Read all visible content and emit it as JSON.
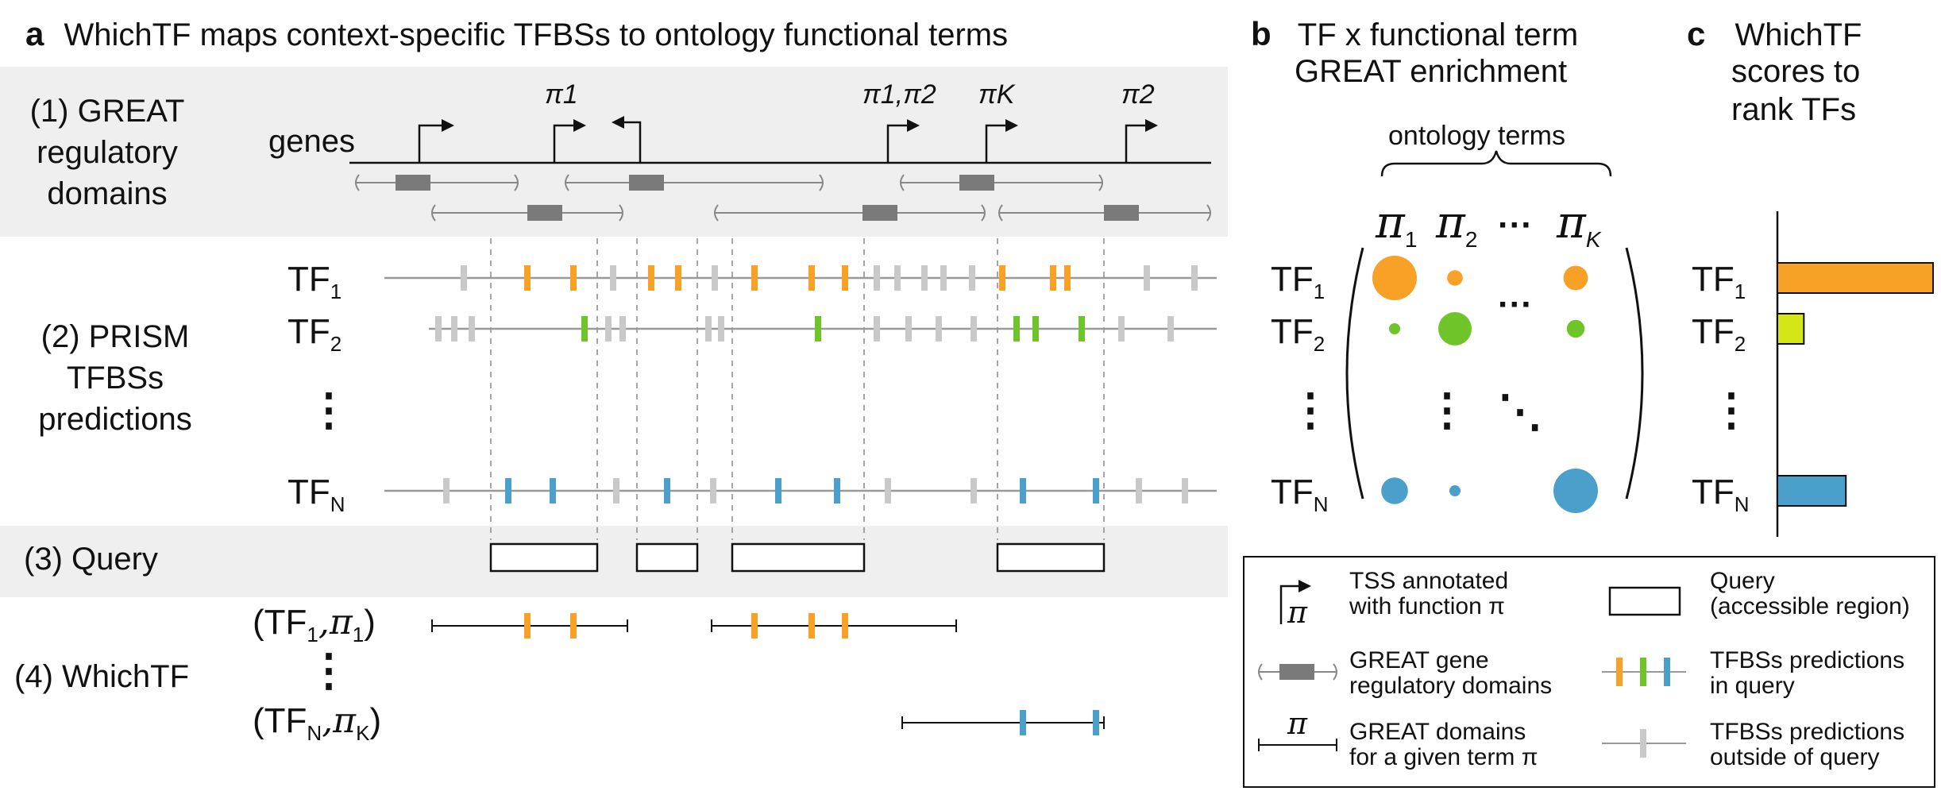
{
  "panel_a": {
    "letter": "a",
    "title": "WhichTF maps context-specific TFBSs to ontology functional terms",
    "row1_label": [
      "(1) GREAT",
      "regulatory",
      "domains"
    ],
    "genes_label": "genes",
    "row2_label": [
      "(2) PRISM",
      "TFBSs",
      "predictions"
    ],
    "row3_label": "(3) Query",
    "row4_label": "(4) WhichTF",
    "tss_terms": [
      "π1",
      "π1,π2",
      "πK",
      "π2"
    ],
    "tf_first": {
      "base": "TF",
      "sub": "1"
    },
    "tf_second": {
      "base": "TF",
      "sub": "2"
    },
    "tf_last": {
      "base": "TF",
      "sub": "N"
    },
    "pair_first": {
      "open": "(TF",
      "sub1": "1",
      "mid": ",π",
      "sub2": "1",
      "close": ")"
    },
    "pair_last": {
      "open": "(TF",
      "sub1": "N",
      "mid": ",π",
      "sub2": "K",
      "close": ")"
    },
    "vdots": "⋮"
  },
  "panel_b": {
    "letter": "b",
    "title_line1": "TF x functional term",
    "title_line2": "GREAT enrichment",
    "brace_label": "ontology terms",
    "col_headers": [
      {
        "base": "π",
        "sub": "1"
      },
      {
        "base": "π",
        "sub": "2"
      },
      {
        "base": "···",
        "sub": ""
      },
      {
        "base": "π",
        "sub": "K"
      }
    ],
    "row_headers": [
      {
        "base": "TF",
        "sub": "1"
      },
      {
        "base": "TF",
        "sub": "2"
      },
      {
        "base": "⋮",
        "sub": ""
      },
      {
        "base": "TF",
        "sub": "N"
      }
    ],
    "ellipsis_h": "···",
    "ellipsis_v": "⋮",
    "ellipsis_d": "⋱",
    "dot_sizes": [
      [
        1.0,
        0.35,
        0.55
      ],
      [
        0.25,
        0.75,
        0.4
      ],
      [
        0.6,
        0.25,
        1.0
      ]
    ]
  },
  "panel_c": {
    "letter": "c",
    "title_lines": [
      "WhichTF",
      "scores to",
      "rank TFs"
    ],
    "bars": [
      {
        "label": "TF",
        "sub": "1",
        "value": 1.0,
        "color": "#f7a127"
      },
      {
        "label": "TF",
        "sub": "2",
        "value": 0.17,
        "color": "#d4e617"
      },
      {
        "label": "TF",
        "sub": "N",
        "value": 0.44,
        "color": "#4a9fcb"
      }
    ],
    "vdots": "⋮"
  },
  "legend": {
    "tss_text": [
      "TSS annotated",
      "with function π"
    ],
    "query_text": [
      "Query",
      "(accessible region)"
    ],
    "domain_text": [
      "GREAT gene",
      "regulatory domains"
    ],
    "in_query_text": [
      "TFBSs predictions",
      "in query"
    ],
    "term_text": [
      "GREAT domains",
      "for a given term π"
    ],
    "out_query_text": [
      "TFBSs predictions",
      "outside of query"
    ],
    "pi_symbol": "π"
  },
  "colors": {
    "orange": "#f7a127",
    "green": "#6fc42a",
    "blue": "#4a9fcb",
    "lime": "#d4e617",
    "gray_tick": "#c9c9c9",
    "domain_box": "#7a7a7a",
    "band": "#efefef"
  }
}
